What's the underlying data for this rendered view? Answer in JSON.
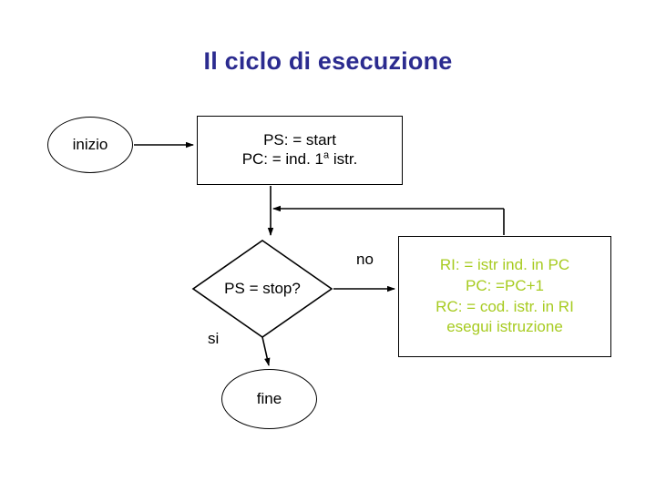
{
  "slide": {
    "title": "Il ciclo di esecuzione",
    "background": "#ffffff",
    "title_color": "#2b2b8f"
  },
  "diagram": {
    "type": "flowchart",
    "nodes": [
      {
        "id": "inizio",
        "shape": "ellipse",
        "label": "inizio"
      },
      {
        "id": "start",
        "shape": "rectangle",
        "line1": "PS: = start",
        "line2_pre": "PC: = ind. 1",
        "line2_sup": "a",
        "line2_post": " istr."
      },
      {
        "id": "decision",
        "shape": "diamond",
        "label": "PS = stop?"
      },
      {
        "id": "exec",
        "shape": "rectangle",
        "color": "#9acd00",
        "lines": [
          "RI: = istr ind. in PC",
          "PC: =PC+1",
          "RC: = cod. istr. in RI",
          "esegui istruzione"
        ]
      },
      {
        "id": "fine",
        "shape": "ellipse",
        "label": "fine"
      }
    ],
    "edge_labels": {
      "no": "no",
      "si": "si"
    }
  }
}
